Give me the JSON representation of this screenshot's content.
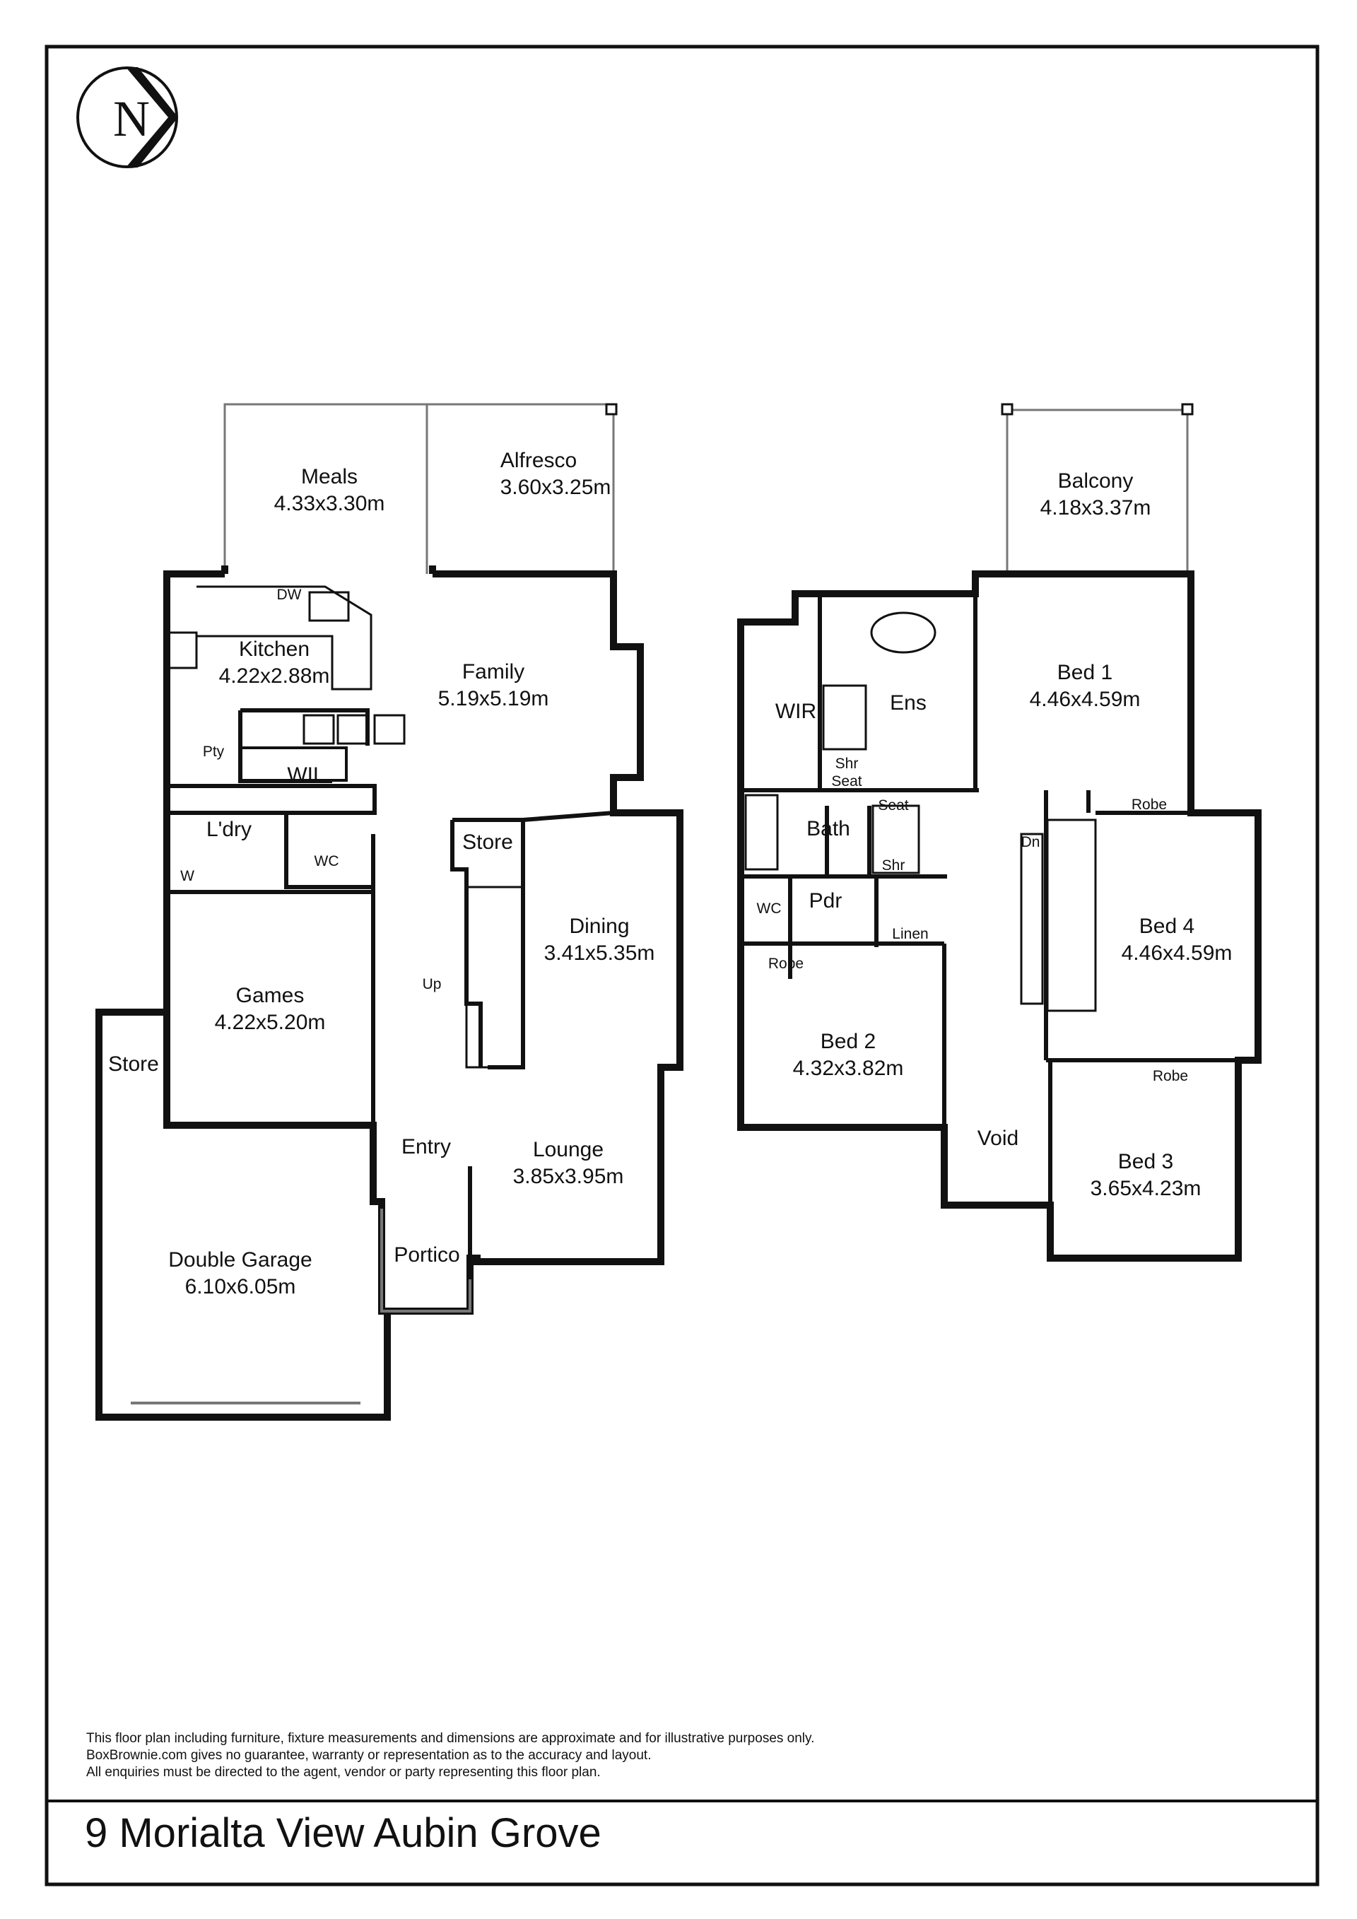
{
  "compass": {
    "letter": "N",
    "icon": "north-arrow-icon"
  },
  "ground_floor": {
    "rooms": [
      {
        "name": "Meals",
        "size": "4.33x3.30m"
      },
      {
        "name": "Alfresco",
        "size": "3.60x3.25m"
      },
      {
        "name": "Kitchen",
        "size": "4.22x2.88m"
      },
      {
        "name": "Family",
        "size": "5.19x5.19m"
      },
      {
        "name": "Dining",
        "size": "3.41x5.35m"
      },
      {
        "name": "Games",
        "size": "4.22x5.20m"
      },
      {
        "name": "Lounge",
        "size": "3.85x3.95m"
      },
      {
        "name": "Double  Garage",
        "size": "6.10x6.05m"
      }
    ],
    "labels": {
      "dw": "DW",
      "pty": "Pty",
      "wil": "WIL",
      "laundry": "L'dry",
      "wc": "WC",
      "w": "W",
      "store_stair": "Store",
      "up": "Up",
      "store_garage": "Store",
      "entry": "Entry",
      "portico": "Portico"
    }
  },
  "upper_floor": {
    "rooms": [
      {
        "name": "Balcony",
        "size": "4.18x3.37m"
      },
      {
        "name": "Bed 1",
        "size": "4.46x4.59m"
      },
      {
        "name": "Bed 4",
        "size": "4.46x4.59m"
      },
      {
        "name": "Bed 2",
        "size": "4.32x3.82m"
      },
      {
        "name": "Bed 3",
        "size": "3.65x4.23m"
      }
    ],
    "labels": {
      "wir": "WIR",
      "ens": "Ens",
      "shr_ens": "Shr",
      "seat_ens": "Seat",
      "bath": "Bath",
      "seat_bath": "Seat",
      "shr_bath": "Shr",
      "pdr": "Pdr",
      "wc": "WC",
      "linen": "Linen",
      "robe_bed2": "Robe",
      "robe_bed4": "Robe",
      "robe_bed3": "Robe",
      "dn": "Dn",
      "void": "Void"
    }
  },
  "disclaimer": [
    "This floor plan including furniture, fixture measurements and dimensions are approximate and for illustrative purposes only.",
    "BoxBrownie.com gives no guarantee, warranty or representation as to the accuracy and layout.",
    "All enquiries must be directed to the agent, vendor or party representing this floor plan."
  ],
  "address": "9 Morialta View Aubin Grove",
  "colors": {
    "ink": "#111111",
    "paper": "#ffffff",
    "line": "#666666"
  }
}
